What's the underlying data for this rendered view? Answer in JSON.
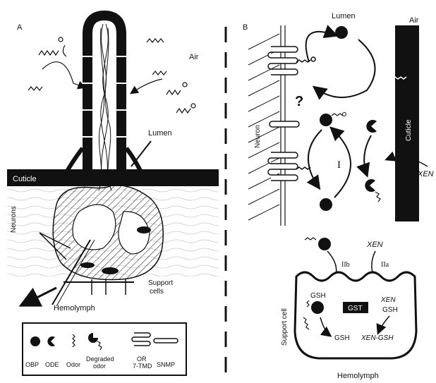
{
  "panel_a": {
    "letter": "A",
    "air": "Air",
    "lumen": "Lumen",
    "cuticle": "Cuticle",
    "neurons": "Neurons",
    "support_cells": "Support\ncells",
    "support_line1": "Support",
    "support_line2": "cells",
    "hemolymph": "Hemolymph"
  },
  "panel_b": {
    "letter": "B",
    "lumen": "Lumen",
    "air": "Air",
    "cuticle": "Cuticle",
    "neuron": "Neuron",
    "question": "?",
    "roman_one": "I",
    "xen_entry": "XEN",
    "xen_top": "XEN",
    "pathway_2b": "IIb",
    "pathway_2a": "IIa",
    "support_cell": "Support cell",
    "gsh_left": "GSH",
    "gst": "GST",
    "xen_inner": "XEN",
    "gsh_right": "GSH",
    "gsh_bottom": "GSH",
    "xen_gsh": "XEN-GSH",
    "hemolymph": "Hemolymph"
  },
  "legend": {
    "items": [
      "OBP",
      "ODE",
      "Odor",
      "Degraded\nodor",
      "OR\n7-TMD",
      "SNMP"
    ],
    "obp": "OBP",
    "ode": "ODE",
    "odor": "Odor",
    "degraded_1": "Degraded",
    "degraded_2": "odor",
    "or_1": "OR",
    "or_2": "7-TMD",
    "snmp": "SNMP"
  },
  "colors": {
    "ink": "#111111",
    "paper": "#ffffff",
    "dermis": "#f3f3f3"
  }
}
